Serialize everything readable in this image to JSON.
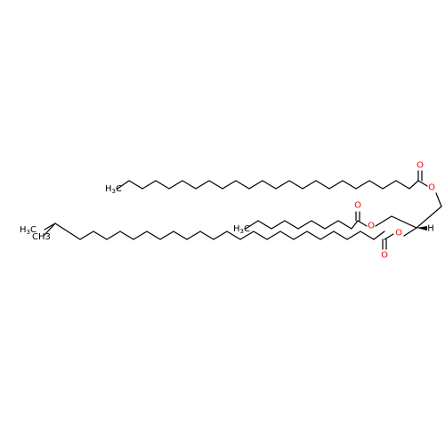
{
  "molecule": {
    "colors": {
      "carbon": "#000000",
      "oxygen": "#ff0000"
    },
    "atoms": {
      "ester_o_top": "O",
      "carbonyl_o_top": "O",
      "ester_o_mid": "O",
      "carbonyl_o_mid": "O",
      "ester_o_bottom": "O",
      "carbonyl_o_bottom": "O",
      "stereo_h": "H"
    },
    "terminals": {
      "top": {
        "main": "H",
        "sub": "3",
        "tail": "C"
      },
      "mid": {
        "main": "H",
        "sub": "3",
        "tail": "C"
      },
      "bottom": {
        "main": "H",
        "sub": "3",
        "tail": "C"
      },
      "methyl_branch": {
        "main": "C",
        "sub": "",
        "tail": "H3"
      }
    }
  }
}
